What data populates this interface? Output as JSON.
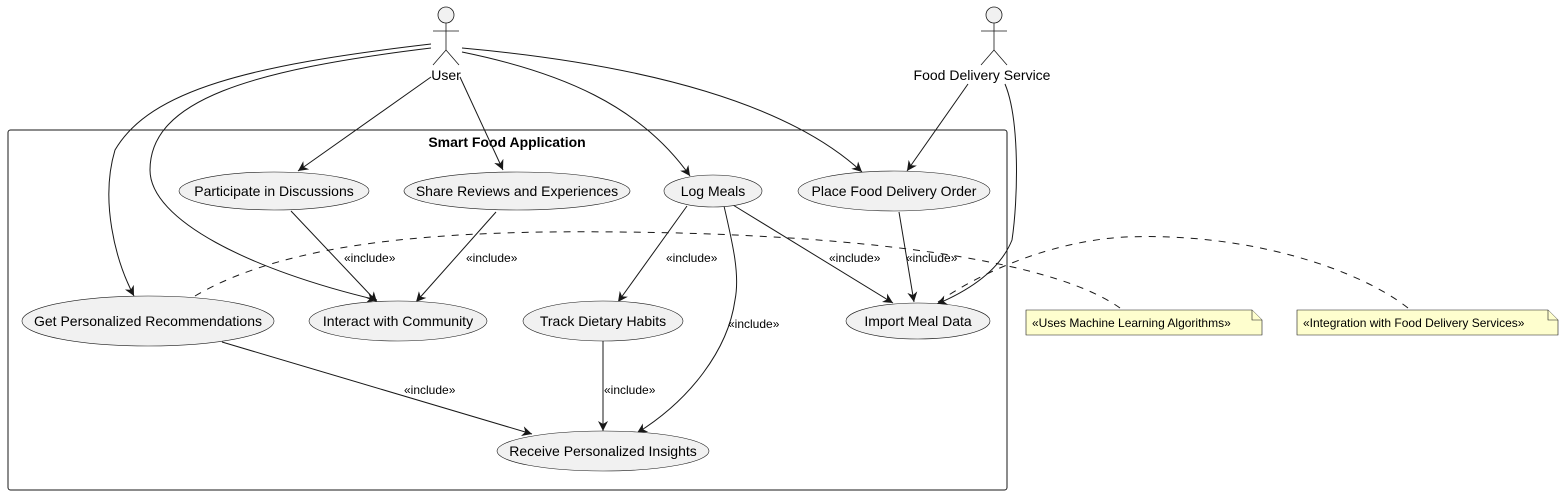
{
  "system": {
    "title": "Smart Food Application"
  },
  "actors": {
    "user": {
      "label": "User"
    },
    "food_delivery_service": {
      "label": "Food Delivery Service"
    }
  },
  "use_cases": {
    "participate_in_discussions": "Participate in Discussions",
    "share_reviews": "Share Reviews and Experiences",
    "log_meals": "Log Meals",
    "place_food_delivery_order": "Place Food Delivery Order",
    "get_personalized_recommendations": "Get Personalized Recommendations",
    "interact_with_community": "Interact with Community",
    "track_dietary_habits": "Track Dietary Habits",
    "import_meal_data": "Import Meal Data",
    "receive_personalized_insights": "Receive Personalized Insights"
  },
  "relations": {
    "include_label": "«include»"
  },
  "notes": {
    "machine_learning": "«Uses Machine Learning Algorithms»",
    "delivery_integration": "«Integration with Food Delivery Services»"
  },
  "colors": {
    "use_case_fill": "#f1f1f1",
    "note_fill": "#fefece",
    "stroke": "#181818"
  }
}
